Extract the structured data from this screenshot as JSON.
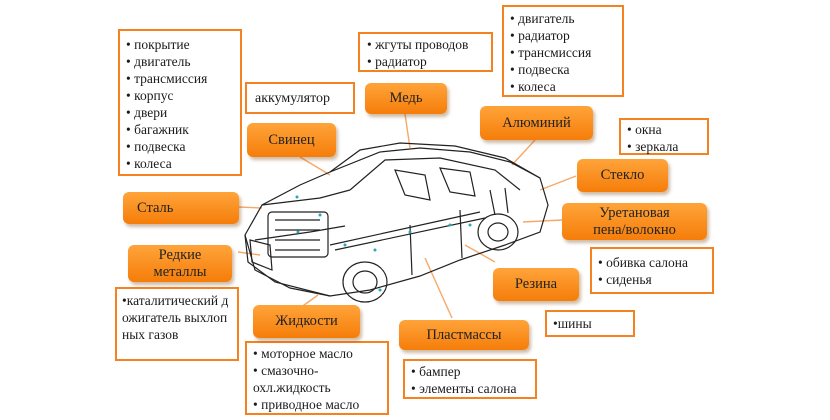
{
  "colors": {
    "accent": "#f58220",
    "label_fill": "#f88c1c",
    "connector": "#f6a868"
  },
  "labels": {
    "steel": "Сталь",
    "lead": "Свинец",
    "copper": "Медь",
    "aluminum": "Алюминий",
    "glass": "Стекло",
    "urethane": "Уретановая пена/волокно",
    "rubber": "Резина",
    "plastics": "Пластмассы",
    "fluids": "Жидкости",
    "rare_metals": "Редкие металлы"
  },
  "boxes": {
    "steel": [
      "• покрытие",
      "• двигатель",
      "•  трансмиссия",
      "• корпус",
      "• двери",
      "• багажник",
      "• подвеска",
      "• колеса"
    ],
    "lead": [
      "аккумулятор"
    ],
    "copper": [
      "• жгуты проводов",
      "• радиатор"
    ],
    "aluminum": [
      "• двигатель",
      "• радиатор",
      "• трансмиссия",
      "• подвеска",
      "• колеса"
    ],
    "glass": [
      "• окна",
      "• зеркала"
    ],
    "urethane": [
      "• обивка салона",
      "• сиденья"
    ],
    "rubber": [
      "•шины"
    ],
    "plastics": [
      "• бампер",
      "• элементы салона"
    ],
    "fluids": [
      "• моторное масло",
      "• смазочно-охл.жидкость",
      "• приводное масло"
    ],
    "rare_metals": [
      "•каталитический дожигатель выхлопных газов"
    ]
  }
}
